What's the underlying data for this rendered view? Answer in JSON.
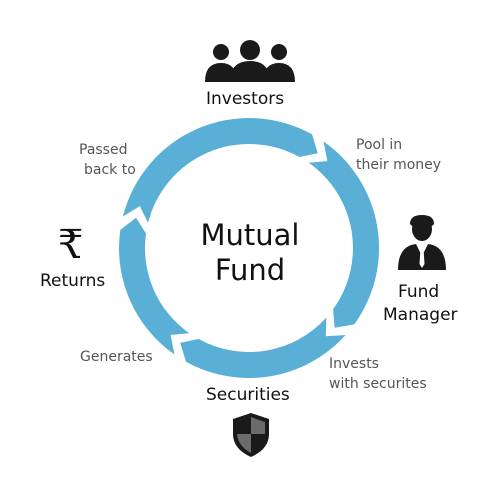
{
  "center": {
    "line1": "Mutual",
    "line2": "Fund"
  },
  "nodes": {
    "investors": {
      "label": "Investors",
      "icon": "investors-group-icon"
    },
    "fund_manager": {
      "line1": "Fund",
      "line2": "Manager",
      "icon": "fund-manager-icon"
    },
    "securities": {
      "label": "Securities",
      "icon": "shield-icon"
    },
    "returns": {
      "label": "Returns",
      "icon": "rupee-icon"
    }
  },
  "steps": {
    "pool": {
      "line1": "Pool in",
      "line2": "their money"
    },
    "invests": {
      "line1": "Invests",
      "line2": "with securites"
    },
    "generates": {
      "line1": "Generates"
    },
    "passed_back": {
      "line1": "Passed",
      "line2": "back to"
    }
  },
  "colors": {
    "ring": "#5aafd6",
    "text": "#111111",
    "step_text": "#555555",
    "icon": "#1a1a1a"
  }
}
